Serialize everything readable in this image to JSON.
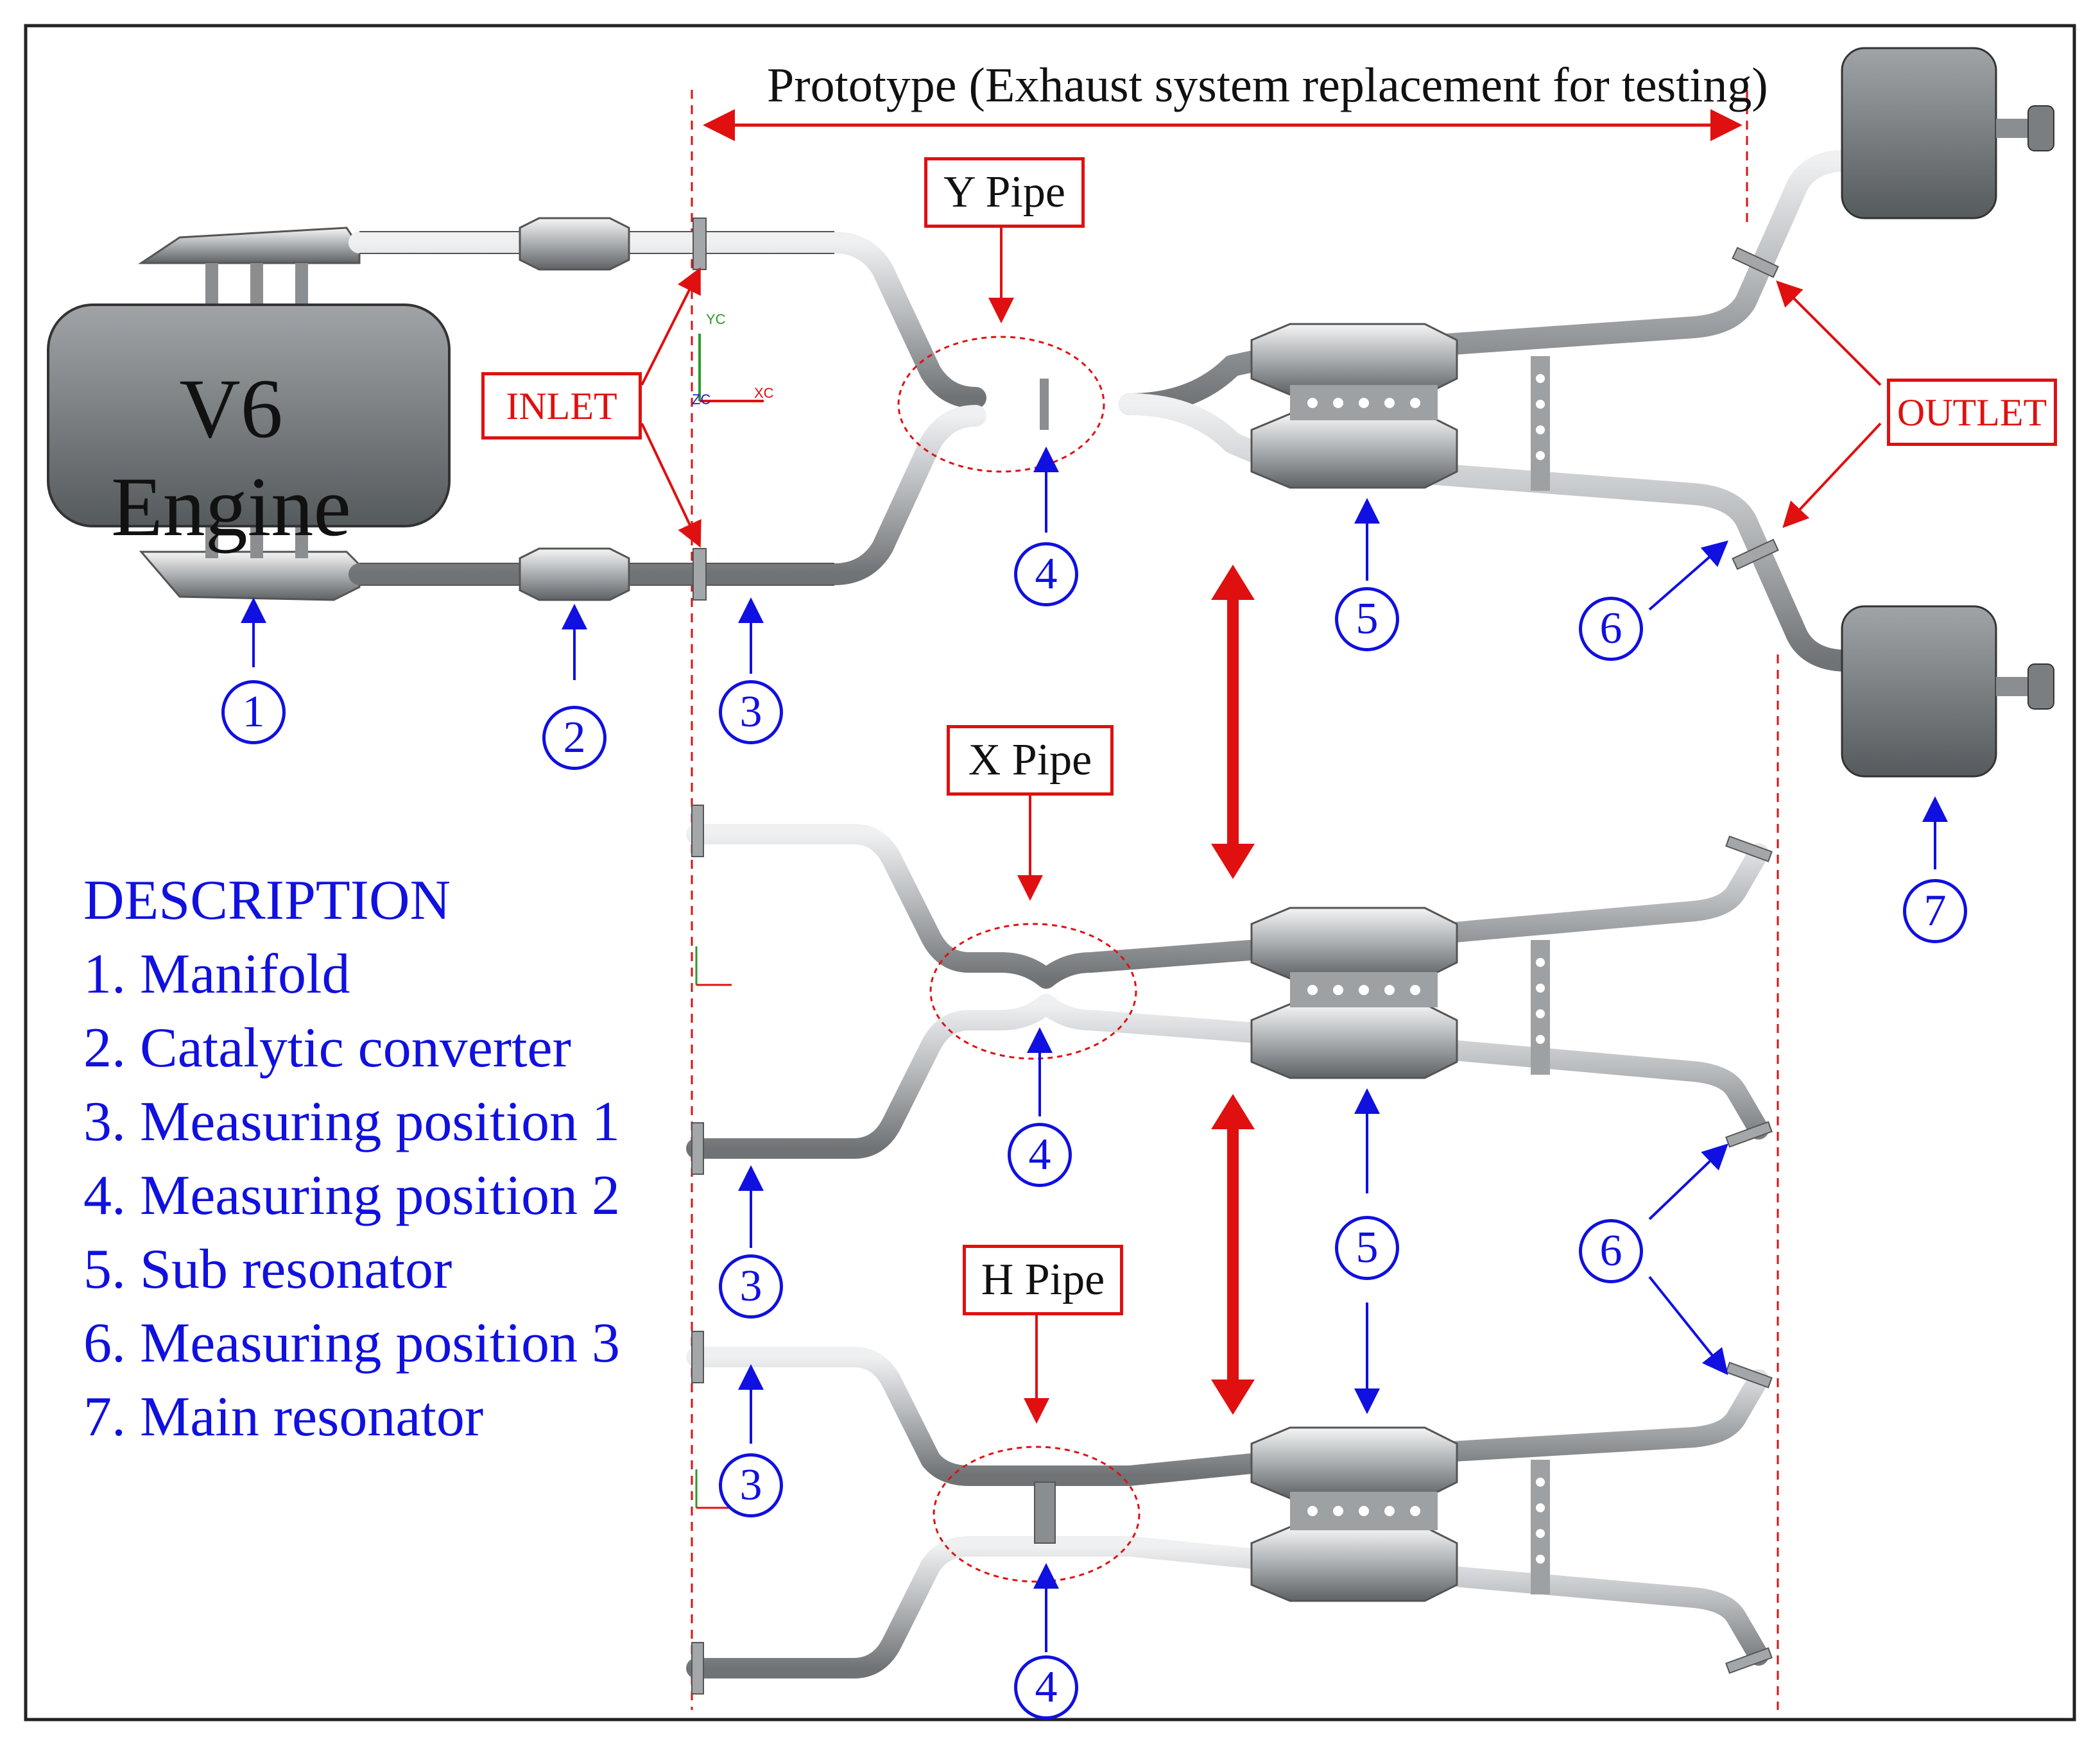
{
  "title": "Prototype (Exhaust system replacement for testing)",
  "engine_label": "V6 Engine",
  "pipe_labels": {
    "y": "Y Pipe",
    "x": "X Pipe",
    "h": "H Pipe"
  },
  "inlet_label": "INLET",
  "outlet_label": "OUTLET",
  "axis_labels": {
    "yc": "YC",
    "xc": "XC",
    "zc": "ZC"
  },
  "description": {
    "heading": "DESCRIPTION",
    "items": [
      "1. Manifold",
      "2. Catalytic converter",
      "3. Measuring position 1",
      "4. Measuring position 2",
      "5. Sub resonator",
      "6. Measuring position 3",
      "7. Main resonator"
    ]
  },
  "markers": {
    "m1": "1",
    "m2": "2",
    "m3": "3",
    "m4": "4",
    "m5": "5",
    "m6": "6",
    "m7": "7"
  },
  "colors": {
    "annotation_red": "#e01010",
    "annotation_blue": "#1010e0",
    "pipe_gray": "#b9bcbf"
  }
}
